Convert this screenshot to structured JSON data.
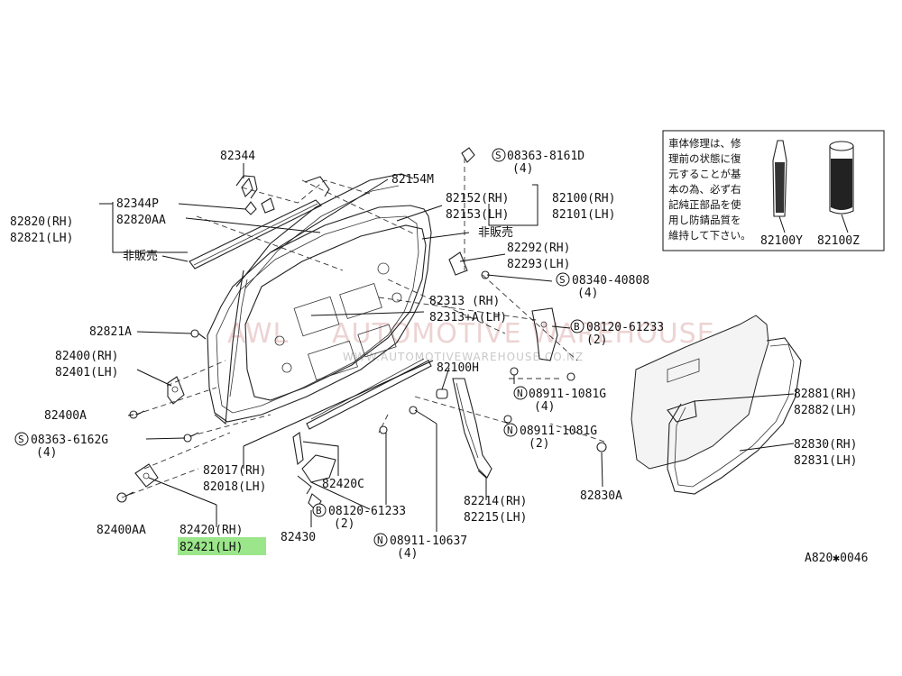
{
  "watermark": {
    "text": "AUTOMOTIVE WAREHOUSE",
    "prefix": "AWL",
    "url": "WWW.AUTOMOTIVEWAREHOUSE.CO.NZ"
  },
  "notice": {
    "lines": [
      "車体修理は、修",
      "理前の状態に復",
      "元することが基",
      "本の為、必ず右",
      "記純正部品を使",
      "用し防錆品質を",
      "維持して下さい。"
    ],
    "product_a": "82100Y",
    "product_b": "82100Z"
  },
  "labels": {
    "p82344": "82344",
    "p82344P": "82344P",
    "p82820rh": "82820(RH)",
    "p82820AA": "82820AA",
    "p82821lh": "82821(LH)",
    "not_sold_1": "非販売",
    "p82154M": "82154M",
    "p82152rh": "82152(RH)",
    "p82153lh": "82153(LH)",
    "p82100rh": "82100(RH)",
    "p82101lh": "82101(LH)",
    "not_sold_2": "非販売",
    "p82292rh": "82292(RH)",
    "p82293lh": "82293(LH)",
    "s08363_8161D": "08363-8161D",
    "s08363_8161D_qty": "(4)",
    "s08340_40808": "08340-40808",
    "s08340_40808_qty": "(4)",
    "p82313rh": "82313  (RH)",
    "p82313Alh": "82313+A(LH)",
    "b08120_61233_top": "08120-61233",
    "b08120_61233_top_qty": "(2)",
    "p82821A": "82821A",
    "p82400rh": "82400(RH)",
    "p82401lh": "82401(LH)",
    "p82400A": "82400A",
    "s08363_6162G": "08363-6162G",
    "s08363_6162G_qty": "(4)",
    "p82100H": "82100H",
    "n08911_1081G_a": "08911-1081G",
    "n08911_1081G_a_qty": "(4)",
    "n08911_1081G_b": "08911-1081G",
    "n08911_1081G_b_qty": "(2)",
    "p82881rh": "82881(RH)",
    "p82882lh": "82882(LH)",
    "p82830rh": "82830(RH)",
    "p82831lh": "82831(LH)",
    "p82830A": "82830A",
    "p82017rh": "82017(RH)",
    "p82018lh": "82018(LH)",
    "p82420C": "82420C",
    "p82214rh": "82214(RH)",
    "p82215lh": "82215(LH)",
    "b08120_61233_bot": "08120-61233",
    "b08120_61233_bot_qty": "(2)",
    "p82400AA": "82400AA",
    "p82420rh": "82420(RH)",
    "p82421lh": "82421(LH)",
    "p82430": "82430",
    "n08911_10637": "08911-10637",
    "n08911_10637_qty": "(4)",
    "diagram_code": "A820✱0046"
  },
  "callout_letters": {
    "S": "S",
    "B": "B",
    "N": "N"
  },
  "highlight": {
    "part": "82421(LH)",
    "color": "#9be58a"
  }
}
